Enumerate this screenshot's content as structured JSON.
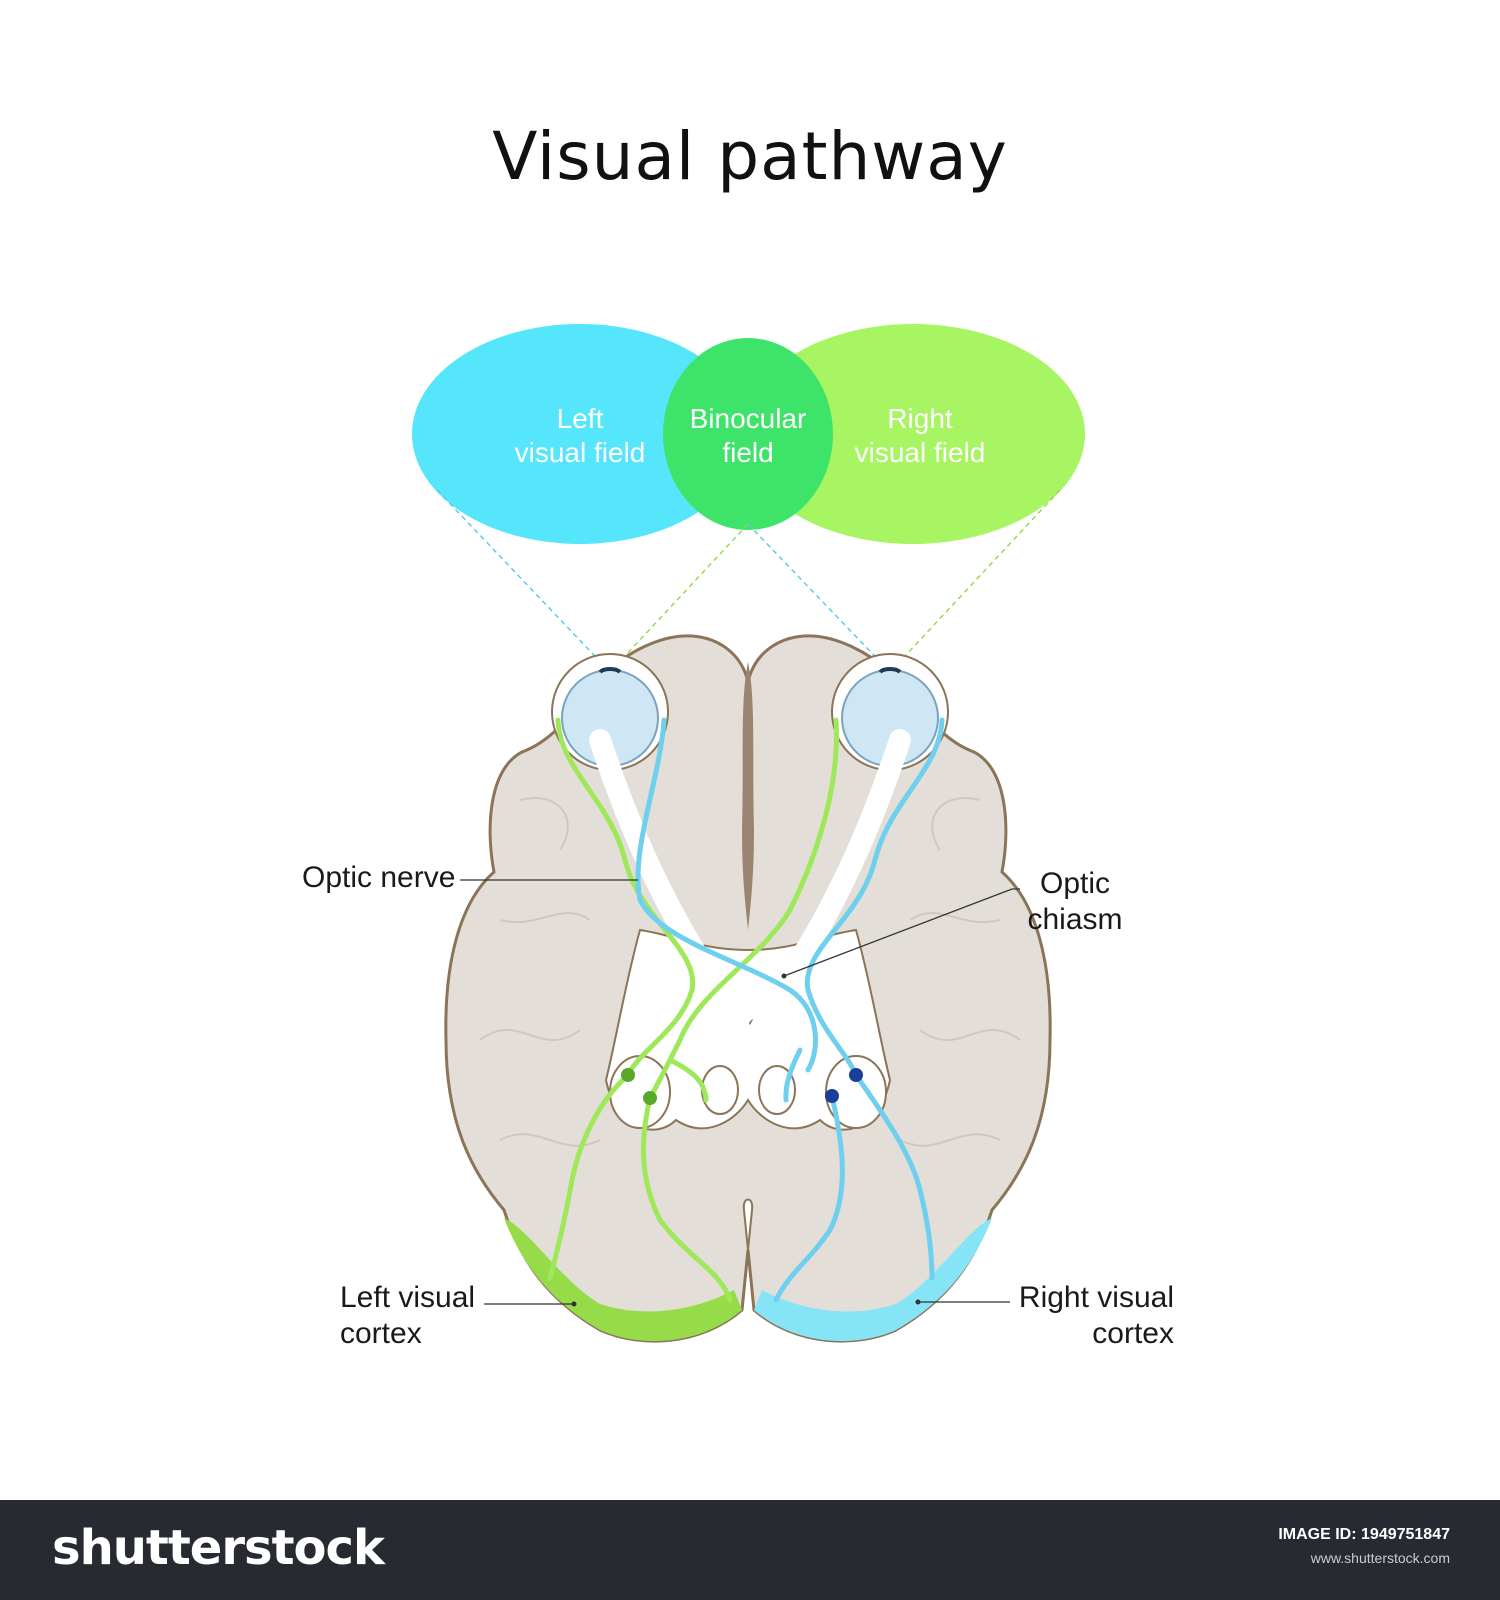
{
  "title": "Visual pathway",
  "fields": {
    "left": {
      "line1": "Left",
      "line2": "visual field",
      "color": "#55e6fb"
    },
    "binocular": {
      "line1": "Binocular",
      "line2": "field",
      "color": "#3ee46a"
    },
    "right": {
      "line1": "Right",
      "line2": "visual field",
      "color": "#a8f563"
    }
  },
  "labels": {
    "optic_nerve": "Optic nerve",
    "optic_chiasm": {
      "line1": "Optic",
      "line2": "chiasm"
    },
    "left_cortex": {
      "line1": "Left visual",
      "line2": "cortex"
    },
    "right_cortex": {
      "line1": "Right visual",
      "line2": "cortex"
    }
  },
  "colors": {
    "brain_fill": "#e3dfd8",
    "brain_outline": "#8b7458",
    "left_pathway": "#9ee85a",
    "right_pathway": "#6ecfee",
    "left_cortex": "#96dc48",
    "right_cortex": "#86e4f7",
    "eye": "#cfe6f5"
  },
  "footer": {
    "brand": "shutterstock",
    "image_id_label": "IMAGE ID:",
    "image_id": "1949751847",
    "site": "www.shutterstock.com"
  }
}
